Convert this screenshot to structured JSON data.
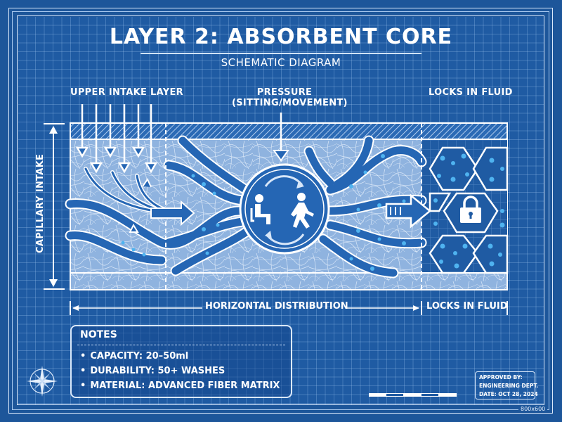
{
  "header": {
    "title": "LAYER 2: ABSORBENT CORE",
    "subtitle": "SCHEMATIC DIAGRAM"
  },
  "labels": {
    "upper_intake": "UPPER INTAKE LAYER",
    "pressure_line1": "PRESSURE",
    "pressure_line2": "(SITTING/MOVEMENT)",
    "locks_top": "LOCKS IN FLUID",
    "capillary": "CAPILLARY INTAKE",
    "horizontal": "HORIZONTAL DISTRIBUTION",
    "locks_bottom": "LOCKS IN FLUID"
  },
  "icons": {
    "center": [
      "sitting-person-icon",
      "walking-person-icon",
      "cycle-arrows-icon"
    ],
    "right": "padlock-icon",
    "corner": "compass-rose-icon"
  },
  "notes": {
    "title": "NOTES",
    "items": [
      "CAPACITY: 20–50ml",
      "DURABILITY: 50+ WASHES",
      "MATERIAL: ADVANCED FIBER MATRIX"
    ]
  },
  "stamp": {
    "line1": "APPROVED BY:",
    "line2": "ENGINEERING DEPT.",
    "line3": "DATE: OCT 28, 2024"
  },
  "dimensions": "800x600",
  "colors": {
    "background": "#1d569a",
    "grid": "#1f5ba3",
    "line": "#ffffff",
    "fiber": "#a9c4e6",
    "droplet": "#4fb3f0"
  }
}
